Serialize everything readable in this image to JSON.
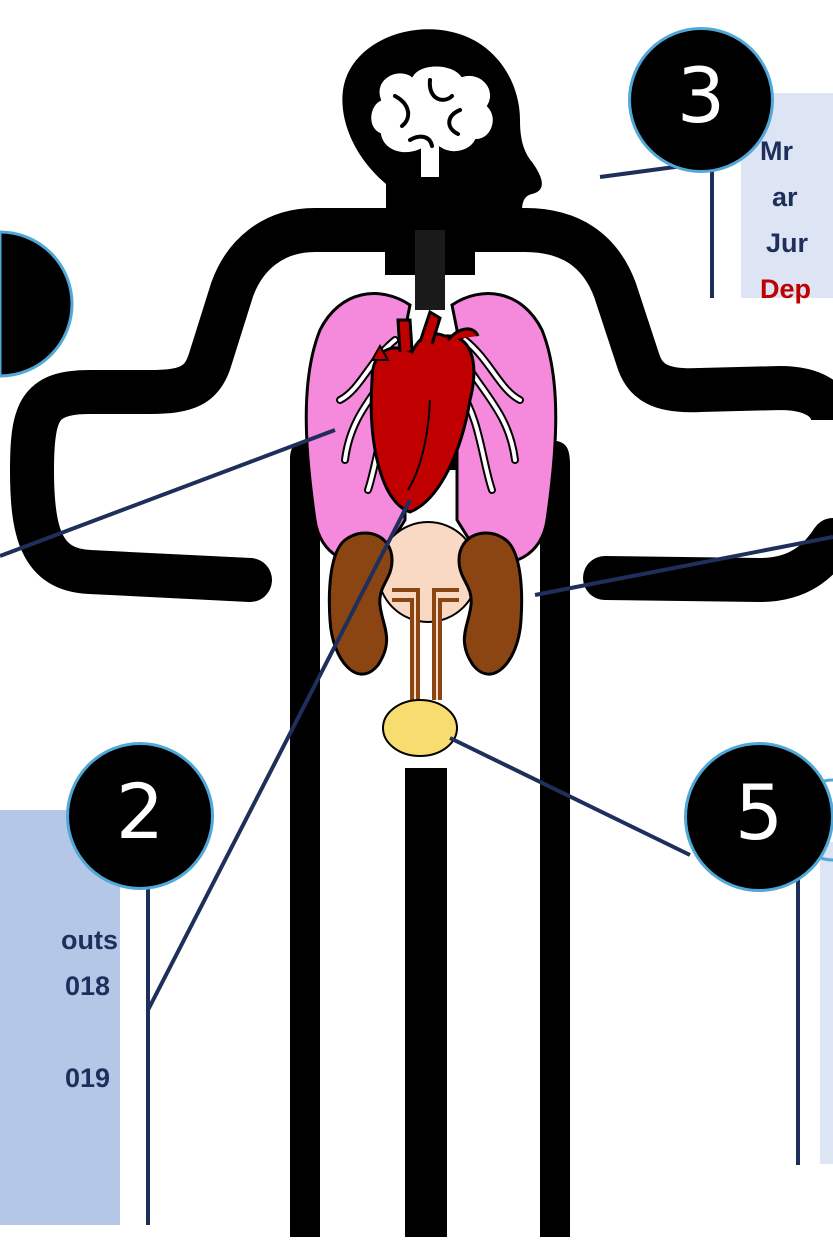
{
  "badges": {
    "b3": "3",
    "b2": "2",
    "b5": "5"
  },
  "box3": {
    "lines": [
      "Mr",
      "ar",
      "Jur",
      "Dep"
    ]
  },
  "box2": {
    "lines": [
      "outs",
      "018",
      "",
      "019"
    ]
  },
  "colors": {
    "body": "#000000",
    "lung": "#f58adc",
    "heart": "#c00000",
    "kidney": "#8b4513",
    "bladder": "#f7dc6f",
    "box3_bg": "#dde4f3",
    "box2_bg": "#b4c7e7",
    "box5_bg": "#dde4f3",
    "leader": "#1f2f5c",
    "badge_ring": "#4fa8d8"
  }
}
